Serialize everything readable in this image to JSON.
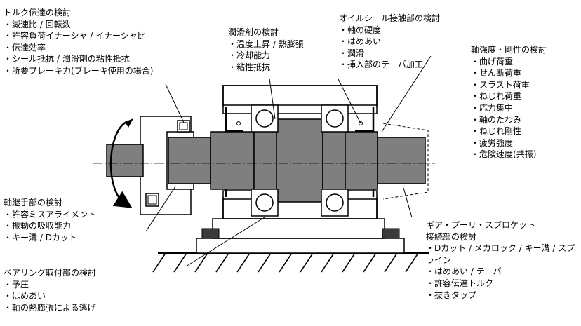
{
  "diagram": {
    "annotations": {
      "torque": {
        "title": "トルク伝達の検討",
        "items": [
          "減速比 / 回転数",
          "許容負荷イナーシャ / イナーシャ比",
          "伝達効率",
          "シール抵抗 / 潤滑剤の粘性抵抗",
          "所要ブレーキ力(ブレーキ使用の場合)"
        ]
      },
      "lubricant": {
        "title": "潤滑剤の検討",
        "items": [
          "温度上昇 / 熱膨張",
          "冷却能力",
          "粘性抵抗"
        ]
      },
      "oil_seal": {
        "title": "オイルシール接触部の検討",
        "items": [
          "軸の硬度",
          "はめあい",
          "潤滑",
          "挿入部のテーパ加工"
        ]
      },
      "shaft_strength": {
        "title": "軸強度・剛性の検討",
        "items": [
          "曲げ荷重",
          "せん断荷重",
          "スラスト荷重",
          "ねじれ荷重",
          "応力集中",
          "軸のたわみ",
          "ねじれ剛性",
          "疲労強度",
          "危険速度(共振)"
        ]
      },
      "coupling": {
        "title": "軸継手部の検討",
        "items": [
          "許容ミスアライメント",
          "振動の吸収能力",
          "キー溝 / Dカット"
        ]
      },
      "gear_connection": {
        "title_lines": [
          "ギア・プーリ・スプロケット",
          "接続部の検討"
        ],
        "items": [
          "Dカット / メカロック / キー溝 / スプライン",
          "はめあい / テーパ",
          "許容伝達トルク",
          "抜きタップ"
        ]
      },
      "bearing": {
        "title": "ベアリング取付部の検討",
        "items": [
          "予圧",
          "はめあい",
          "軸の熱膨張による逃げ"
        ]
      }
    },
    "colors": {
      "line": "#000000",
      "shaft_gray": "#7f7f7f",
      "dark_block": "#3a3a3a",
      "background": "#ffffff"
    }
  }
}
